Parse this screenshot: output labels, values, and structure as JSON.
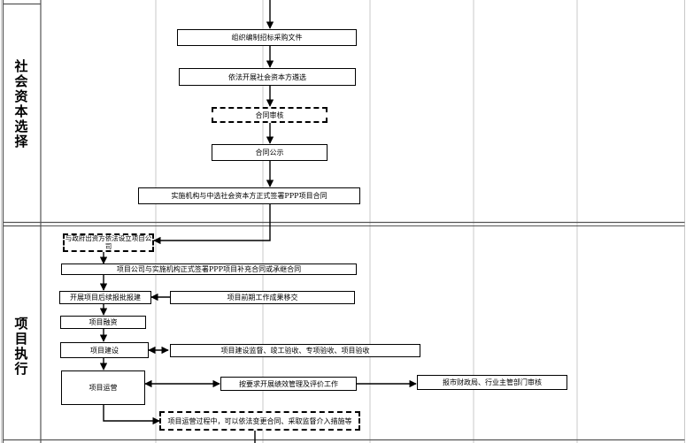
{
  "phases": {
    "social_capital_selection": "社会资本选择",
    "project_execution": "项目执行"
  },
  "steps": {
    "prepare_procurement_docs": "组织编制招标采购文件",
    "select_social_capital": "依法开展社会资本方遴选",
    "contract_review": "合同审核",
    "contract_publicity": "合同公示",
    "sign_ppp_contract": "实施机构与中选社会资本方正式签署PPP项目合同",
    "establish_project_company": "与政府出资方依法设立项目公司",
    "supplementary_contract": "项目公司与实施机构正式签署PPP项目补充合同或承继合同",
    "follow_up_approvals": "开展项目后续报批报建",
    "preliminary_work_transfer": "项目前期工作成果移交",
    "project_financing": "项目融资",
    "project_construction": "项目建设",
    "construction_supervision": "项目建设监督、竣工验收、专项验收、项目验收",
    "project_operation": "项目运营",
    "performance_management": "按要求开展绩效管理及评价工作",
    "report_to_departments": "报市财政局、行业主管部门审核",
    "contract_change_during_operation": "项目运营过程中，可以依法变更合同、采取监督介入措施等"
  }
}
